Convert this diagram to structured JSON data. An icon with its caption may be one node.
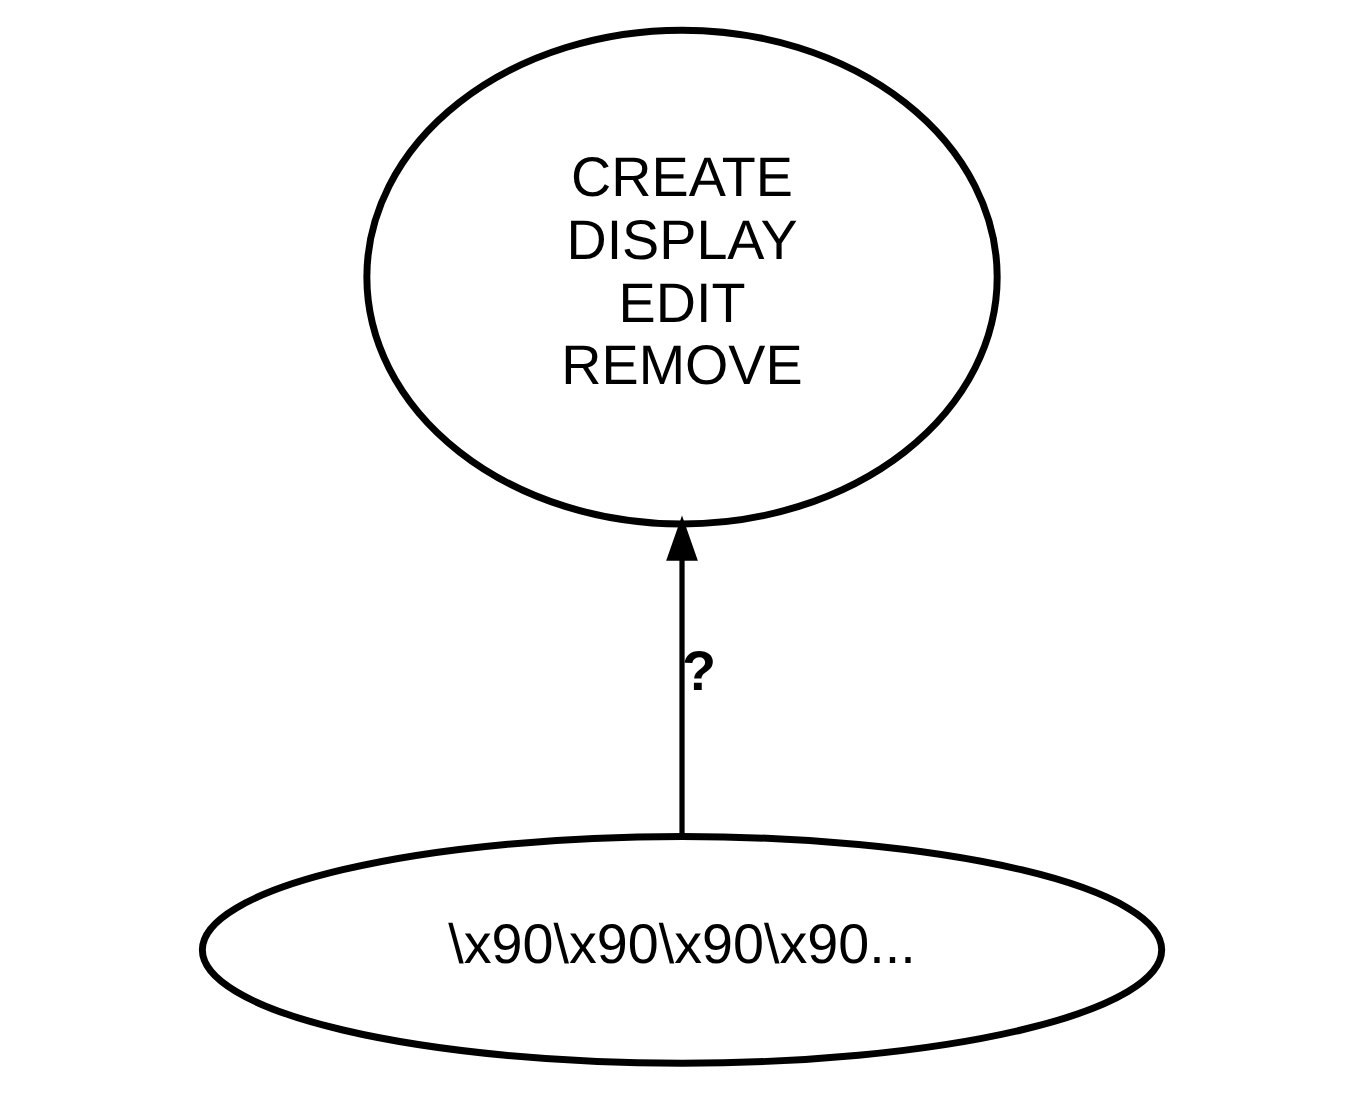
{
  "diagram": {
    "nodes": [
      {
        "text": [
          "CREATE",
          "DISPLAY",
          "EDIT",
          "REMOVE"
        ]
      },
      {
        "text": [
          "\\x90\\x90\\x90\\x90..."
        ]
      }
    ],
    "edges": [
      {
        "from": 1,
        "to": 0,
        "arrow": "to",
        "label": "?"
      }
    ]
  }
}
